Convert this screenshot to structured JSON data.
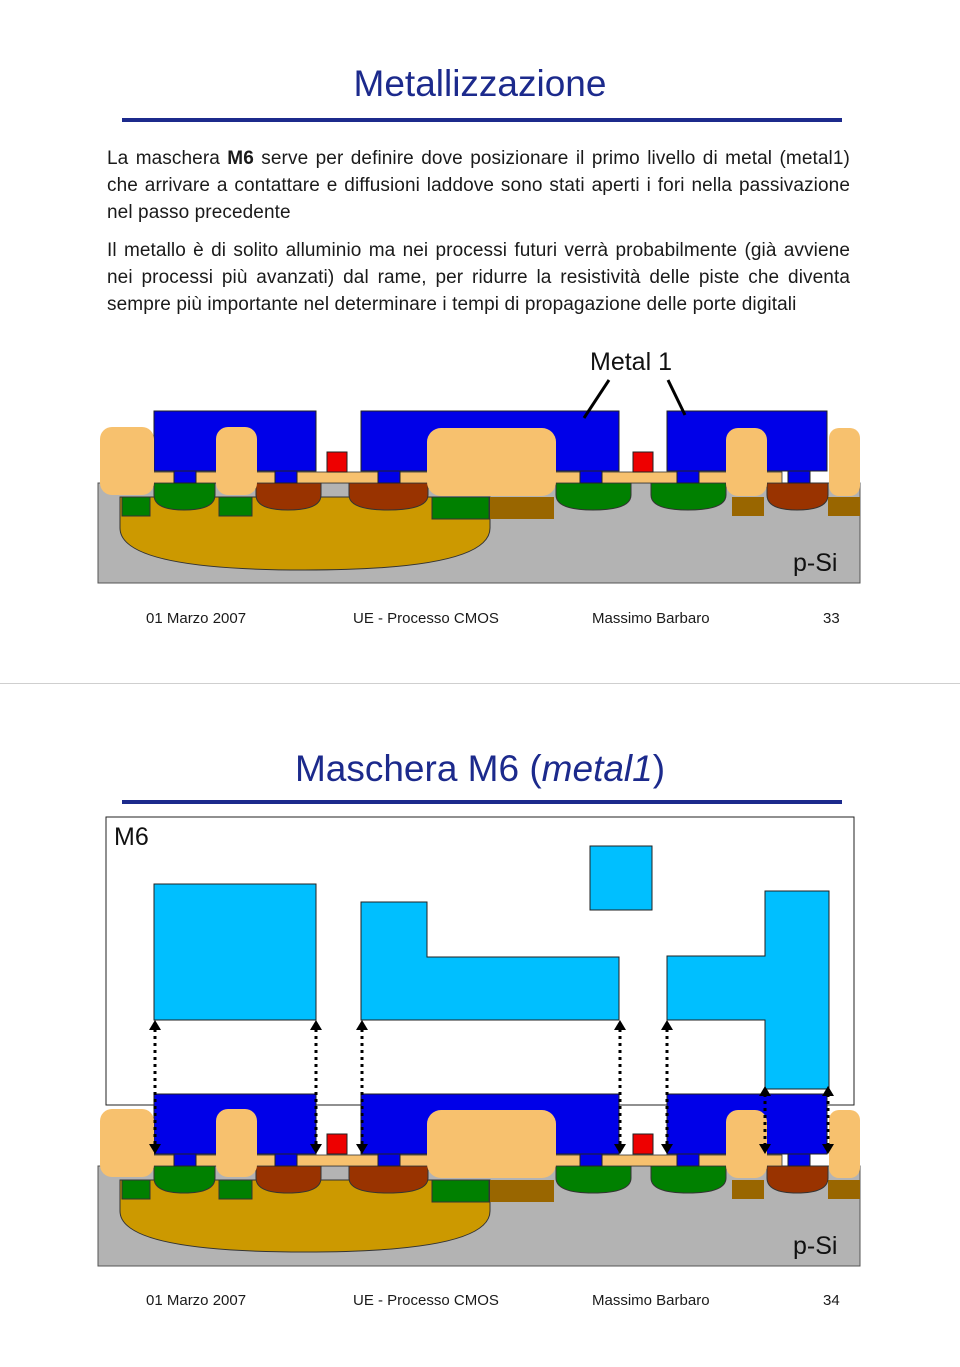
{
  "slide1": {
    "title": "Metallizzazione",
    "para1_a": "La maschera ",
    "para1_bold": "M6",
    "para1_b": " serve per definire dove posizionare il primo livello di metal (metal1) che arrivare a contattare e diffusioni laddove sono stati aperti i fori nella passivazione nel passo precedente",
    "para2": "Il metallo è di solito alluminio ma nei processi futuri verrà probabilmente (già avviene nei processi più avanzati) dal rame, per ridurre la resistività delle piste che diventa sempre più importante nel determinare i tempi di propagazione delle porte digitali",
    "callout": "Metal 1",
    "substrate_label": "p-Si",
    "footer": {
      "date": "01 Marzo 2007",
      "course": "UE - Processo CMOS",
      "author": "Massimo Barbaro",
      "page": "33"
    }
  },
  "slide2": {
    "title_main": "Maschera M6 (",
    "title_italic": "metal1",
    "title_end": ")",
    "mask_label": "M6",
    "substrate_label": "p-Si",
    "footer": {
      "date": "01 Marzo 2007",
      "course": "UE - Processo CMOS",
      "author": "Massimo Barbaro",
      "page": "34"
    }
  },
  "colors": {
    "title": "#1c2a8c",
    "metal": "#0000e8",
    "mask": "#00bfff",
    "oxide": "#f7c16e",
    "poly": "#ee0000",
    "nwell": "#cc9900",
    "substrate": "#b3b3b3",
    "n_diff": "#008000",
    "p_diff": "#993300",
    "p_contact": "#996600"
  }
}
